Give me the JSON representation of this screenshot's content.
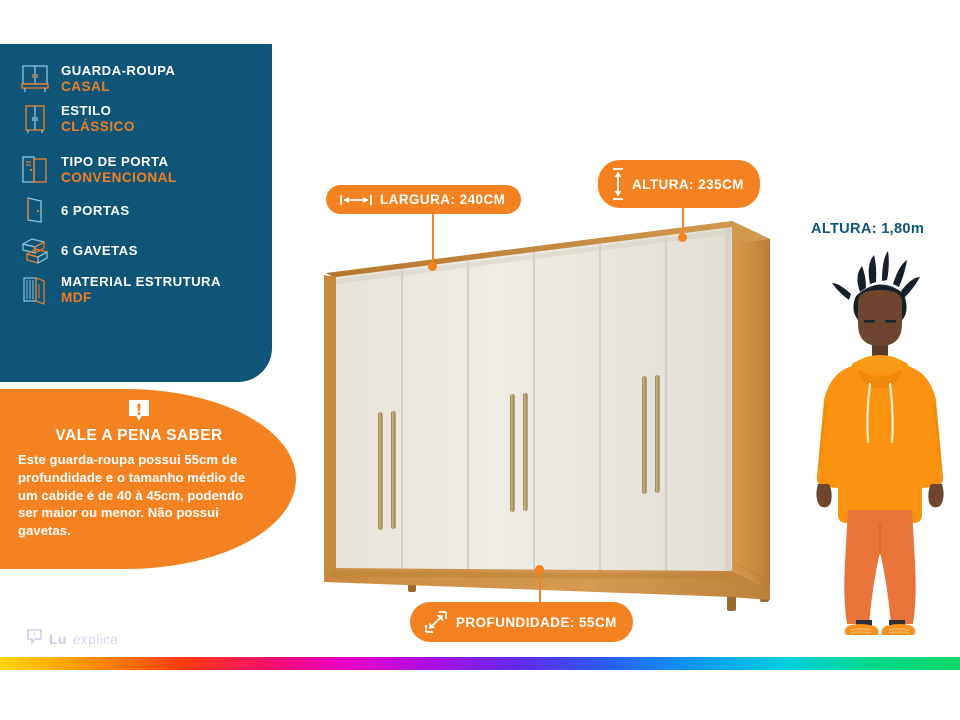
{
  "colors": {
    "panel_blue": "#0f5578",
    "accent_orange": "#f58220",
    "value_orange": "#f07e26",
    "text_white": "#ffffff",
    "person_label_blue": "#0f5578",
    "wood": "#c98a3e",
    "door_white": "#ebe8e1",
    "handle_gold": "#b49a5e",
    "hoodie_orange": "#fb9310",
    "pants_orange": "#e8743a",
    "skin": "#6e4630",
    "hair": "#16202b"
  },
  "spec_panel": {
    "items": [
      {
        "icon": "wardrobe-double-icon",
        "label": "GUARDA-ROUPA",
        "value": "CASAL"
      },
      {
        "icon": "wardrobe-style-icon",
        "label": "ESTILO",
        "value": "CLÁSSICO"
      },
      {
        "icon": "door-type-icon",
        "label": "TIPO DE PORTA",
        "value": "CONVENCIONAL"
      },
      {
        "icon": "open-door-icon",
        "label": "6  PORTAS",
        "value": ""
      },
      {
        "icon": "drawers-icon",
        "label": "6 GAVETAS",
        "value": ""
      },
      {
        "icon": "material-board-icon",
        "label": "MATERIAL ESTRUTURA",
        "value": "MDF"
      }
    ]
  },
  "tip": {
    "icon": "alert-bubble-icon",
    "title": "VALE A PENA SABER",
    "body": "Este guarda-roupa possui 55cm de profundidade e o tamanho médio de um cabide é de 40 à 45cm, podendo ser maior ou menor. Não possui gavetas."
  },
  "badges": {
    "largura": {
      "icon": "width-arrow-icon",
      "text": "LARGURA: 240CM"
    },
    "altura": {
      "icon": "height-arrow-icon",
      "text": "ALTURA: 235CM"
    },
    "profundidade": {
      "icon": "depth-arrow-icon",
      "text": "PROFUNDIDADE: 55CM"
    }
  },
  "person": {
    "label": "ALTURA: 1,80m"
  },
  "logo": {
    "icon": "lu-chat-icon",
    "lu": "Lu",
    "explica": "explica"
  }
}
